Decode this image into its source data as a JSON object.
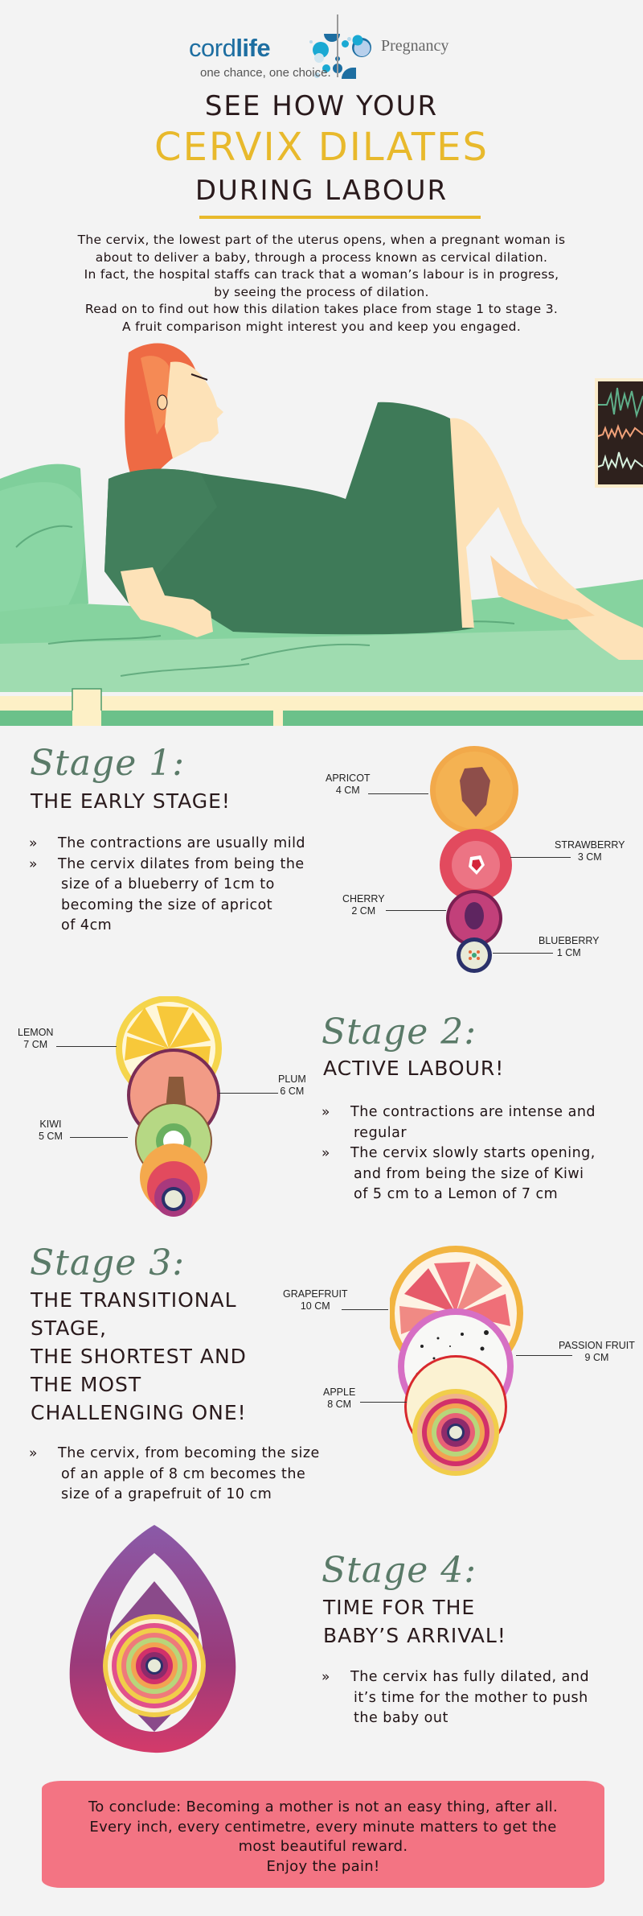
{
  "header": {
    "brand_name_light": "cord",
    "brand_name_bold": "life",
    "brand_tagline": "one chance, one choice.",
    "partner_name": "Pregnancy",
    "colors": {
      "brand_blue": "#1d6ea1",
      "bubble_cyan": "#1aa9d3",
      "bubble_light": "#b8d9ea"
    }
  },
  "title": {
    "line1": "SEE HOW YOUR",
    "line2": "CERVIX DILATES",
    "line3": "DURING LABOUR",
    "accent_color": "#e8b92c"
  },
  "intro": {
    "lines": [
      "The cervix, the lowest part of the uterus opens, when a pregnant woman is",
      "about to deliver a baby, through a process known as cervical dilation.",
      "In fact, the hospital staffs can track that a woman’s labour is in progress,",
      "by seeing the process of dilation.",
      "Read on to find out how this dilation takes place from stage 1 to stage 3.",
      "A fruit comparison might interest you and keep you engaged."
    ]
  },
  "hero": {
    "illustration": "pregnant-woman-on-hospital-bed",
    "monitor": "heart-rate-monitor"
  },
  "stages": [
    {
      "heading": "Stage 1:",
      "subtitle_lines": [
        "THE EARLY STAGE!"
      ],
      "bullets": [
        {
          "lines": [
            "The contractions are usually mild"
          ]
        },
        {
          "lines": [
            "The cervix dilates from being the",
            "size of a blueberry of 1cm to",
            "becoming the size of apricot",
            "of 4cm"
          ]
        }
      ],
      "fruits": [
        {
          "name": "APRICOT",
          "size": "4 CM"
        },
        {
          "name": "STRAWBERRY",
          "size": "3 CM"
        },
        {
          "name": "CHERRY",
          "size": "2 CM"
        },
        {
          "name": "BLUEBERRY",
          "size": "1 CM"
        }
      ]
    },
    {
      "heading": "Stage 2:",
      "subtitle_lines": [
        "ACTIVE LABOUR!"
      ],
      "bullets": [
        {
          "lines": [
            "The contractions are intense and",
            "regular"
          ]
        },
        {
          "lines": [
            "The cervix slowly starts opening,",
            "and from being the size of Kiwi",
            "of 5 cm to a Lemon of 7 cm"
          ]
        }
      ],
      "fruits": [
        {
          "name": "LEMON",
          "size": "7 CM"
        },
        {
          "name": "PLUM",
          "size": "6 CM"
        },
        {
          "name": "KIWI",
          "size": "5 CM"
        }
      ]
    },
    {
      "heading": "Stage 3:",
      "subtitle_lines": [
        "THE TRANSITIONAL",
        "STAGE,",
        "THE SHORTEST AND",
        "THE MOST",
        "CHALLENGING ONE!"
      ],
      "bullets": [
        {
          "lines": [
            "The cervix, from becoming the size",
            "of an apple of 8 cm becomes the",
            "size of a grapefruit of 10 cm"
          ]
        }
      ],
      "fruits": [
        {
          "name": "GRAPEFRUIT",
          "size": "10 CM"
        },
        {
          "name": "PASSION FRUIT",
          "size": "9 CM"
        },
        {
          "name": "APPLE",
          "size": "8 CM"
        }
      ]
    },
    {
      "heading": "Stage 4:",
      "subtitle_lines": [
        "TIME FOR THE",
        "BABY’S ARRIVAL!"
      ],
      "bullets": [
        {
          "lines": [
            "The cervix has fully dilated, and",
            "it’s time for the mother to push",
            "the baby out"
          ]
        }
      ]
    }
  ],
  "bullet_glyph": "»",
  "conclusion": {
    "lines": [
      "To conclude: Becoming a mother is not an easy thing, after all.",
      "Every inch, every centimetre, every minute matters to get the",
      "most beautiful reward.",
      "Enjoy the pain!"
    ],
    "background_color": "#f37483"
  },
  "colors": {
    "page_background": "#f3f3f3",
    "stage_heading": "#5a7a68",
    "text_dark": "#2a1a1c"
  }
}
